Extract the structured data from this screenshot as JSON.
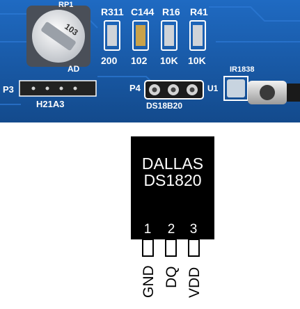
{
  "pcb": {
    "rp1_label": "RP1",
    "pot_marking": "103",
    "resistor_labels": [
      "R311",
      "C144",
      "R16",
      "R41"
    ],
    "value_labels": [
      "200",
      "102",
      "10K",
      "10K"
    ],
    "ad_label": "AD",
    "p3_label": "P3",
    "h2ia3_label": "H21A3",
    "p4_label": "P4",
    "ds18b20_label": "DS18B20",
    "u1_label": "U1",
    "ir_label": "IR1838",
    "colors": {
      "board": "#1a5fb0",
      "silkscreen": "#ffffff",
      "components": "#d8d8d8"
    }
  },
  "chip": {
    "line1": "DALLAS",
    "line2": "DS1820",
    "pin_numbers": [
      "1",
      "2",
      "3"
    ],
    "pin_labels": [
      "GND",
      "DQ",
      "VDD"
    ],
    "colors": {
      "body": "#000000",
      "text": "#ffffff",
      "pins": "#000000"
    }
  }
}
